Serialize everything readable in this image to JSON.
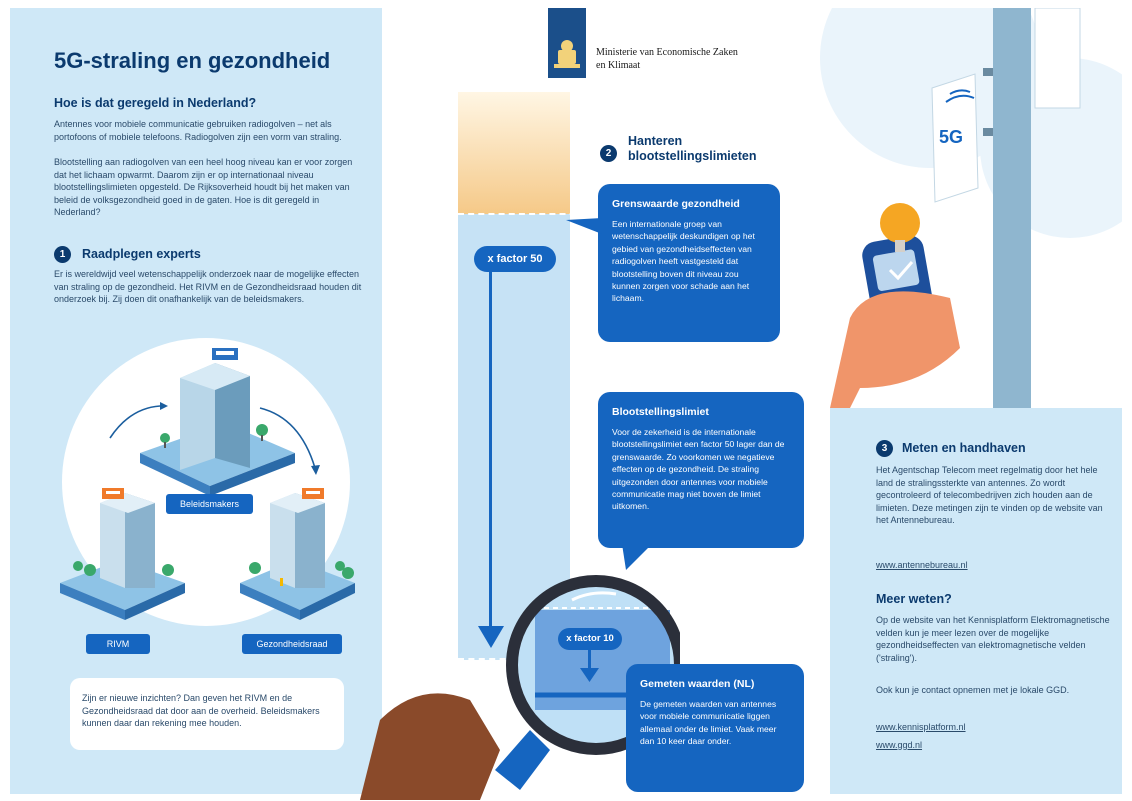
{
  "left": {
    "title": "5G-straling en gezondheid",
    "subtitle": "Hoe is dat geregeld in Nederland?",
    "intro_p1": "Antennes voor mobiele communicatie gebruiken radiogolven – net als portofoons of mobiele telefoons. Radiogolven zijn een vorm van straling.",
    "intro_p2": "Blootstelling aan radiogolven van een heel hoog niveau kan er voor zorgen dat het lichaam opwarmt. Daarom zijn er op internationaal niveau blootstellingslimieten opgesteld. De Rijksoverheid houdt bij het maken van beleid de volksgezondheid goed in de gaten. Hoe is dit geregeld in Nederland?",
    "section1_number": "1",
    "section1_title": "Raadplegen experts",
    "section1_body": "Er is wereldwijd veel wetenschappelijk onderzoek naar de mogelijke effecten van straling op de gezondheid. Het RIVM en de Gezondheidsraad houden dit onderzoek bij. Zij doen dit onafhankelijk van de beleidsmakers.",
    "tag_beleidsmakers": "Beleidsmakers",
    "tag_rivm": "RIVM",
    "tag_gezondheidsraad": "Gezondheidsraad",
    "note": "Zijn er nieuwe inzichten? Dan geven het RIVM en de Gezondheidsraad dat door aan de overheid. Beleidsmakers kunnen daar dan rekening mee houden."
  },
  "header": {
    "ministry_line1": "Ministerie van Economische Zaken",
    "ministry_line2": "en Klimaat"
  },
  "center": {
    "section2_number": "2",
    "section2_title_line1": "Hanteren",
    "section2_title_line2": "blootstellingslimieten",
    "factor50": "x factor 50",
    "factor10": "x factor 10",
    "bubble1_title": "Grenswaarde gezondheid",
    "bubble1_body": "Een internationale groep van wetenschappelijk deskundigen op het gebied van gezondheidseffecten van radiogolven heeft vastgesteld dat blootstelling boven dit niveau zou kunnen zorgen voor schade aan het lichaam.",
    "bubble2_title": "Blootstellingslimiet",
    "bubble2_body": "Voor de zekerheid is de internationale blootstellingslimiet een factor 50 lager dan de grenswaarde. Zo voorkomen we negatieve effecten op de gezondheid. De straling uitgezonden door antennes voor mobiele communicatie mag niet boven de limiet uitkomen.",
    "bubble3_title": "Gemeten waarden (NL)",
    "bubble3_body": "De gemeten waarden van antennes voor mobiele communicatie liggen allemaal onder de limiet. Vaak meer dan 10 keer daar onder."
  },
  "right": {
    "antenna_label": "5G",
    "section3_number": "3",
    "section3_title": "Meten en handhaven",
    "section3_body": "Het Agentschap Telecom meet regelmatig door het hele land de stralingssterkte van antennes. Zo wordt gecontroleerd of telecombedrijven zich houden aan de limieten. Deze metingen zijn te vinden op de website van het Antennebureau.",
    "link_antennebureau": "www.antennebureau.nl",
    "more_title": "Meer weten?",
    "more_body1": "Op de website van het Kennisplatform Elektromagnetische velden kun je meer lezen over de mogelijke gezondheidseffecten van elektromagnetische velden ('straling').",
    "more_body2": "Ook kun je contact opnemen met je lokale GGD.",
    "link_kennisplatform": "www.kennisplatform.nl",
    "link_ggd": "www.ggd.nl"
  },
  "colors": {
    "dark_blue": "#0b3a6e",
    "accent_blue": "#1565c0",
    "light_panel": "#cfe8f7"
  }
}
